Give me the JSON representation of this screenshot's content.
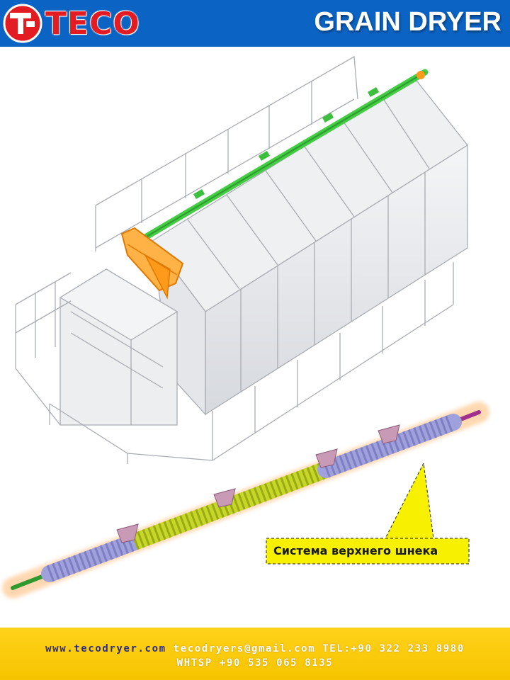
{
  "header": {
    "brand": "TECO",
    "title": "GRAIN DRYER"
  },
  "callout": {
    "label": "Система верхнего шнека"
  },
  "footer": {
    "website": "www.tecodryer.com",
    "contact_rest": " tecodryers@gmail.com TEL:+90 322 233 8980",
    "whatsapp": "WHTSP +90 535 065 8135"
  },
  "colors": {
    "header_bg": "#0b63c4",
    "brand_red": "#e31b23",
    "footer_bg": "#f6c400",
    "auger_green": "#44cc44",
    "auger_segment_lilac": "#9fa0dc",
    "auger_segment_lime": "#c6d62a",
    "loader_orange": "#ff9a1a",
    "callout_yellow": "#f7f000"
  }
}
